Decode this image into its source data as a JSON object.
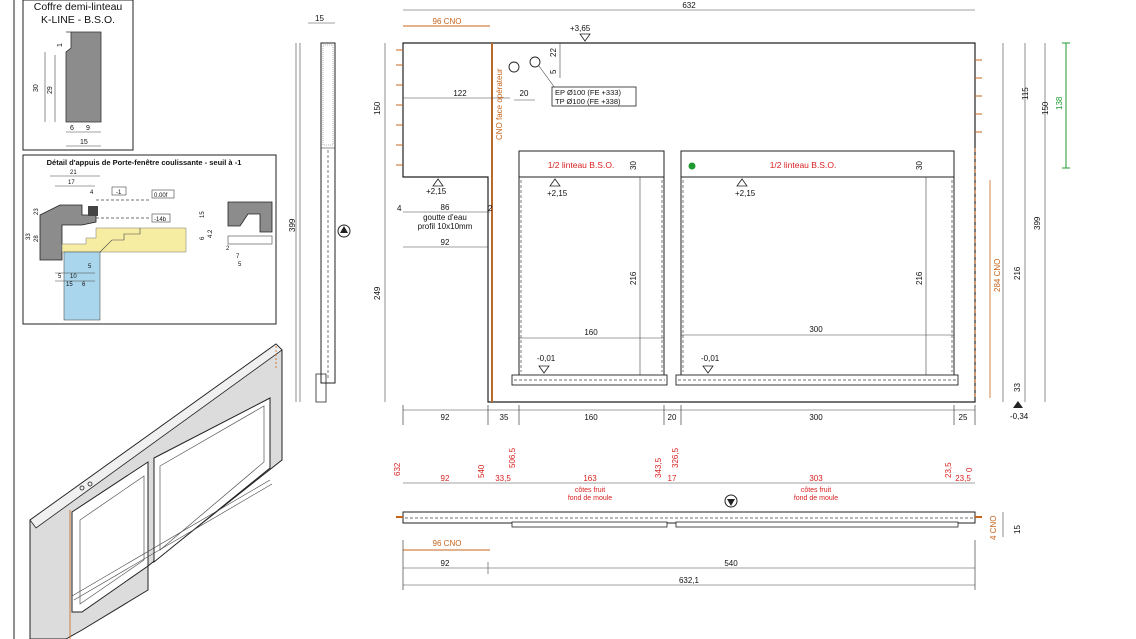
{
  "coffre": {
    "title_line1": "Coffre demi-linteau",
    "title_line2": "K-LINE - B.S.O.",
    "dims": [
      "30",
      "29",
      "1",
      "6",
      "9",
      "15"
    ]
  },
  "detail": {
    "title": "Détail d'appuis de Porte-fenêtre coulissante -  seuil à -1",
    "labels": {
      "d21": "21",
      "d17": "17",
      "d4": "4",
      "d23": "23",
      "d33": "33",
      "d28": "28",
      "m1": "-1",
      "l000": "0.00f",
      "l14b": "-14b",
      "d5a": "5",
      "d10": "10",
      "d5b": "5",
      "d15": "15",
      "d6": "6",
      "r15": "15",
      "r6": "6",
      "r42": "4.2",
      "r2": "2",
      "r7": "7",
      "r5": "5"
    }
  },
  "elevation": {
    "top_dim": "632",
    "cno_top": "96 CNO",
    "level_top": "+3,65",
    "d22": "22",
    "d5": "5",
    "d122": "122",
    "d20": "20",
    "ep_label": "EP Ø100 (FE +333)",
    "tp_label": "TP Ø100 (FE +338)",
    "cno_face": "CNO face opérateur",
    "linteau_left": "1/2 linteau B.S.O.",
    "linteau_right": "1/2 linteau B.S.O.",
    "d30a": "30",
    "d30b": "30",
    "lvl_215a": "+2,15",
    "lvl_215b": "+2,15",
    "lvl_215c": "+2,15",
    "d4": "4",
    "d86": "86",
    "d2": "2",
    "goutte1": "goutte d'eau",
    "goutte2": "profil 10x10mm",
    "d92mid": "92",
    "d216a": "216",
    "d216b": "216",
    "d160": "160",
    "d300": "300",
    "lvl_001a": "-0,01",
    "lvl_001b": "-0,01",
    "left_dims": [
      "150",
      "399",
      "249"
    ],
    "right_dims": [
      "115",
      "150",
      "138",
      "399",
      "216",
      "33"
    ],
    "cno_right": "284 CNO",
    "lvl_034": "-0,34",
    "bottom_dims": [
      "92",
      "35",
      "160",
      "20",
      "300",
      "25"
    ]
  },
  "side": {
    "top_dim": "15"
  },
  "plan": {
    "red_vertical": [
      "632",
      "540",
      "506,5",
      "343,5",
      "326,5",
      "23,5",
      "0"
    ],
    "red_horizontal": [
      "92",
      "33,5",
      "163",
      "17",
      "303",
      "23,5"
    ],
    "cotes1": "côtes fruit",
    "cotes2": "fond de moule",
    "cotes3": "côtes fruit",
    "cotes4": "fond de moule",
    "cno_left": "96 CNO",
    "cno_right": "4 CNO",
    "d15": "15",
    "d92": "92",
    "d540": "540",
    "d6321": "632,1"
  }
}
